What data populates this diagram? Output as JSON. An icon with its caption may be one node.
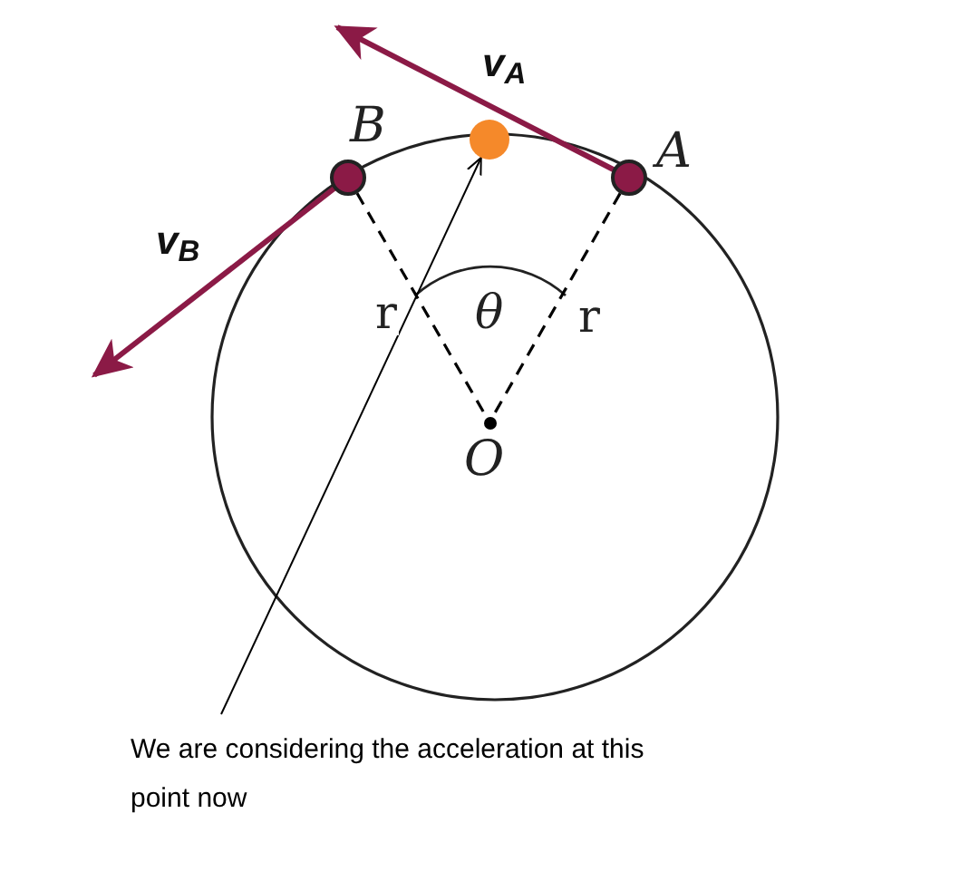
{
  "diagram": {
    "nodes": [
      {
        "text": [],
        "shape": "circle",
        "beside": [
          "B"
        ]
      },
      {
        "text": [],
        "shape": "circle",
        "beside": [
          "A"
        ]
      },
      {
        "text": [],
        "shape": "circle"
      },
      {
        "text": [],
        "shape": "circle",
        "beside": [
          "O"
        ]
      },
      {
        "text": [
          "We are considering the acceleration at this point now"
        ]
      }
    ],
    "edges": [
      {
        "from": 0,
        "to": 3,
        "arrow": "none",
        "style": "dashed",
        "label": "r"
      },
      {
        "from": 1,
        "to": 3,
        "arrow": "none",
        "style": "dashed",
        "label": "r"
      },
      {
        "from": 4,
        "to": 2,
        "arrow": "to"
      }
    ],
    "labels": [
      "v$_{A}$",
      "v$_{B}$",
      "θ"
    ]
  }
}
